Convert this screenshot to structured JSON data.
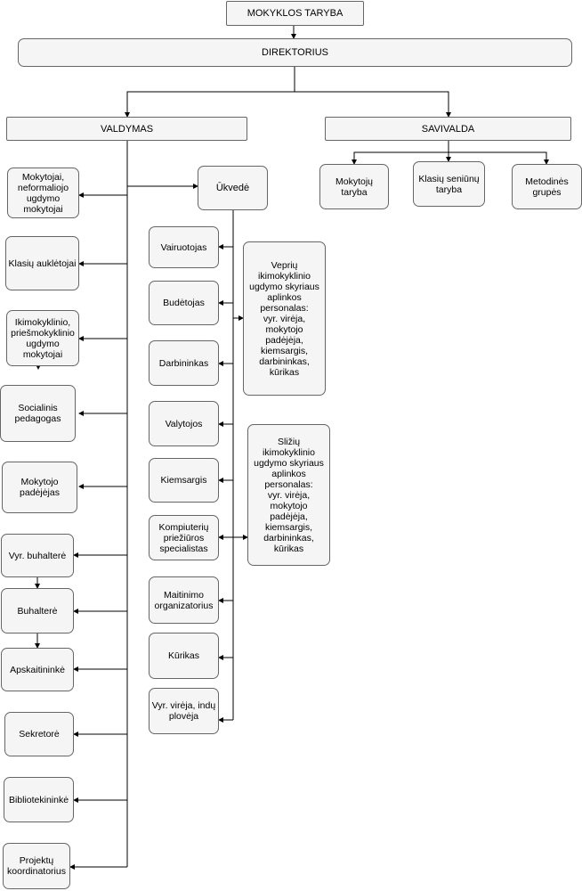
{
  "diagram": {
    "taryba": "MOKYKLOS TARYBA",
    "direktorius": "DIREKTORIUS",
    "valdymas": "VALDYMAS",
    "savivalda": "SAVIVALDA",
    "savivalda_items": [
      "Mokytojų\ntaryba",
      "Klasių seniūnų\ntaryba",
      "Metodinės\ngrupės"
    ],
    "left_column": [
      "Mokytojai,\nneformaliojo\nugdymo\nmokytojai",
      "Klasių auklėtojai",
      "Ikimokyklinio,\npriešmokyklinio\nugdymo\nmokytojai",
      "Socialinis\npedagogas",
      "Mokytojo\npadėjėjas",
      "Vyr. buhalterė",
      "Buhalterė",
      "Apskaitininkė",
      "Sekretorė",
      "Bibliotekininkė",
      "Projektų\nkoordinatorius"
    ],
    "ukvede": "Ūkvedė",
    "ukvede_column": [
      "Vairuotojas",
      "Budėtojas",
      "Darbininkas",
      "Valytojos",
      "Kiemsargis",
      "Kompiuterių\npriežiūros\nspecialistas",
      "Maitinimo\norganizatorius",
      "Kūrikas",
      "Vyr. virėja, indų\nplovėja"
    ],
    "staff_groups": [
      "Veprių\nikimokyklinio\nugdymo skyriaus\naplinkos\npersonalas:\nvyr. virėja,\nmokytojo\npadėjėja,\nkiemsargis,\ndarbininkas,\nkūrikas",
      "Sližių\nikimokyklinio\nugdymo skyriaus\naplinkos\npersonalas:\nvyr. virėja,\nmokytojo\npadėjėja,\nkiemsargis,\ndarbininkas,\nkūrikas"
    ]
  }
}
